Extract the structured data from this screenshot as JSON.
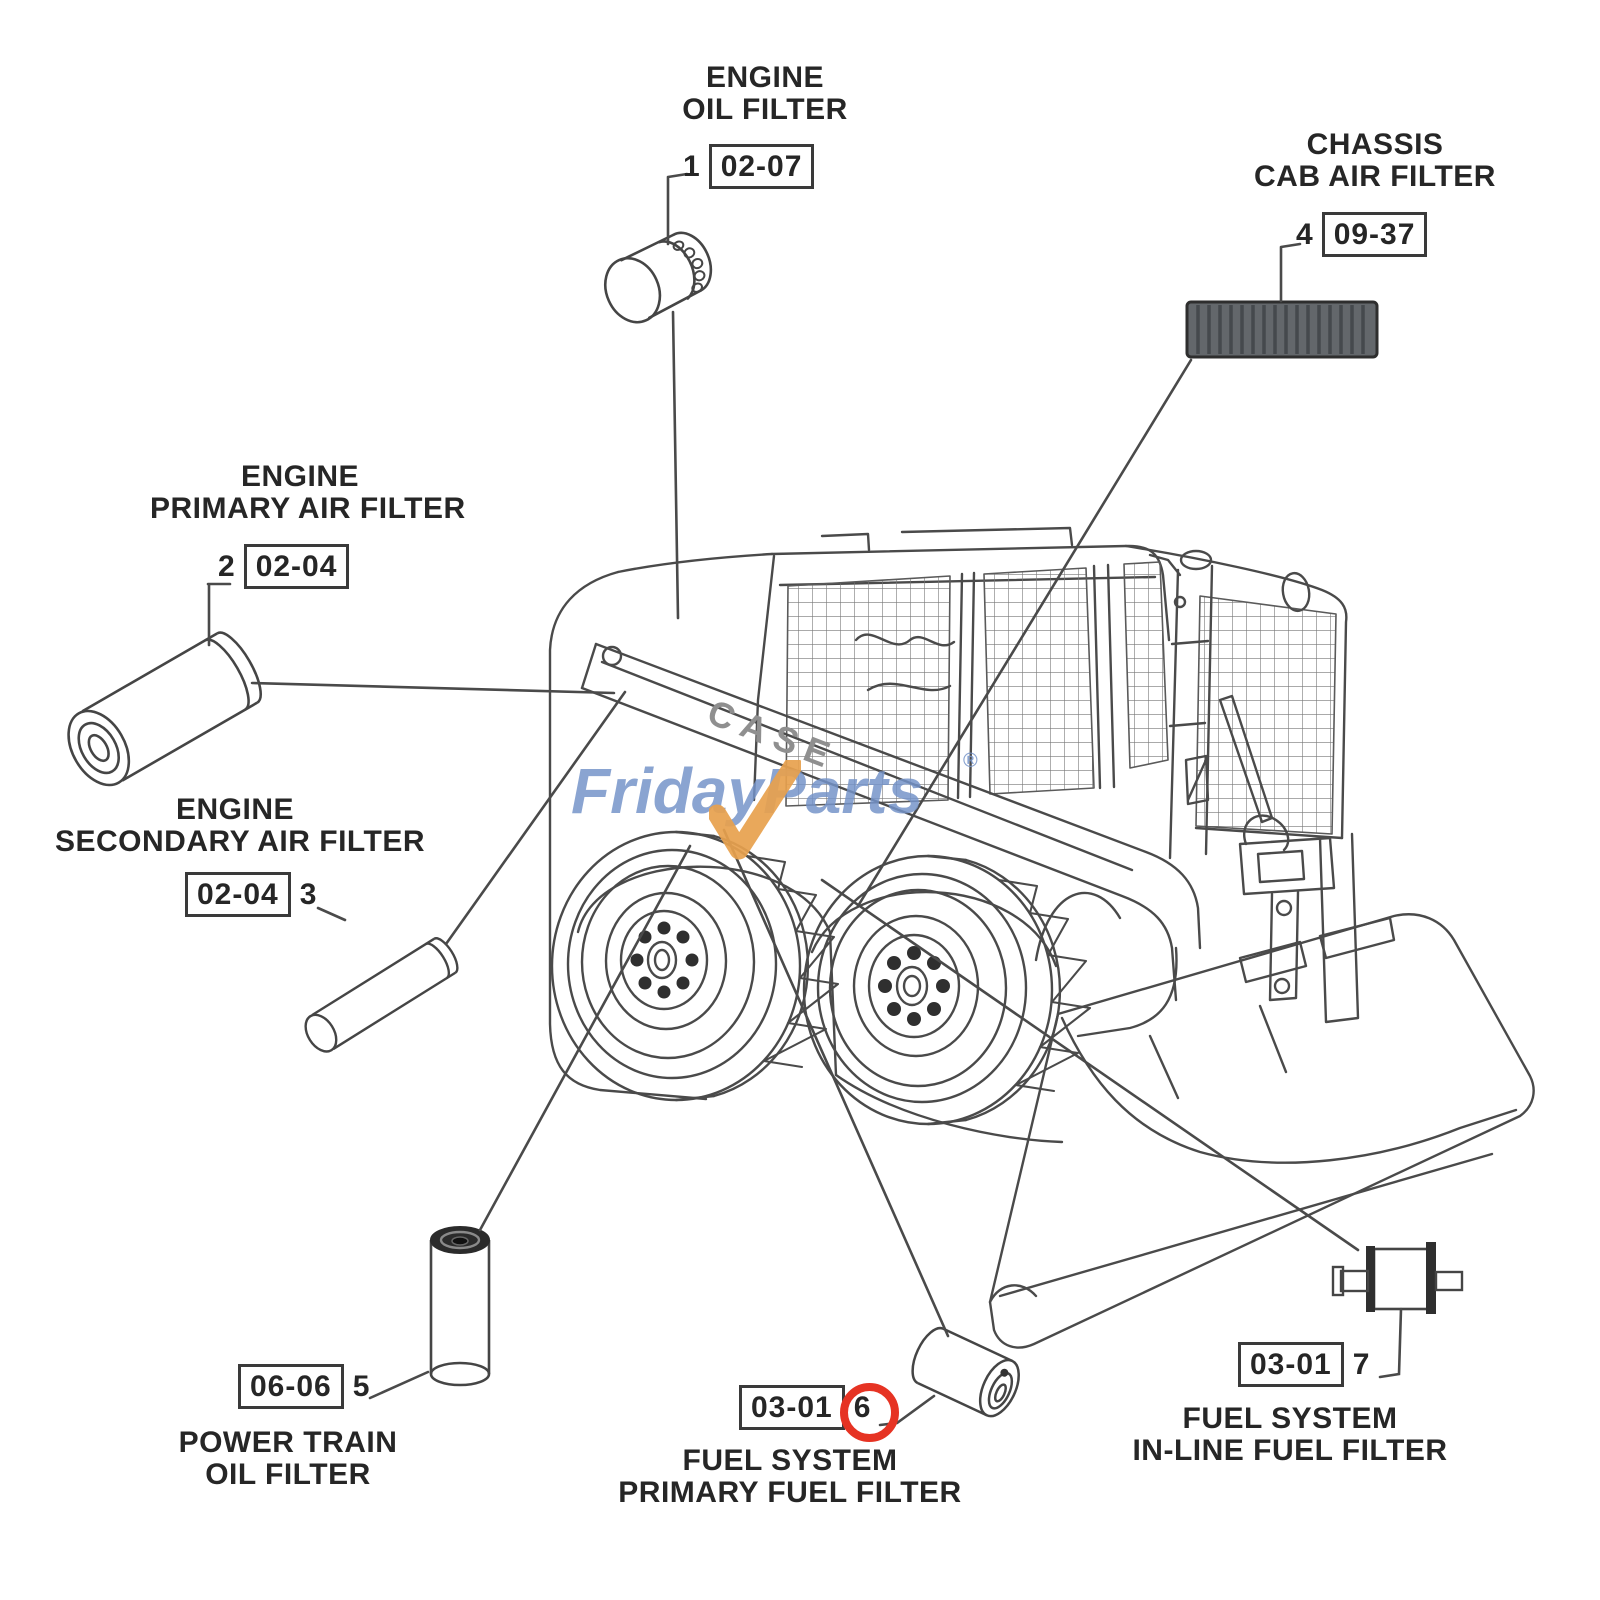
{
  "diagram": {
    "machine_brand": "CASE",
    "watermark": {
      "text": "FridayParts",
      "registered": "®",
      "blue": "#7493c9",
      "orange": "#e8a14e"
    },
    "highlight_color": "#e63323",
    "cab_filter_fill": "#63676b",
    "callouts": [
      {
        "id": "engine-oil-filter",
        "title1": "ENGINE",
        "title2": "OIL FILTER",
        "number": "1",
        "ref": "02-07",
        "number_position": "left",
        "highlighted": false
      },
      {
        "id": "engine-primary-air-filter",
        "title1": "ENGINE",
        "title2": "PRIMARY AIR FILTER",
        "number": "2",
        "ref": "02-04",
        "number_position": "left",
        "highlighted": false
      },
      {
        "id": "engine-secondary-air-filter",
        "title1": "ENGINE",
        "title2": "SECONDARY AIR FILTER",
        "number": "3",
        "ref": "02-04",
        "number_position": "right",
        "highlighted": false
      },
      {
        "id": "chassis-cab-air-filter",
        "title1": "CHASSIS",
        "title2": "CAB AIR FILTER",
        "number": "4",
        "ref": "09-37",
        "number_position": "left",
        "highlighted": false
      },
      {
        "id": "power-train-oil-filter",
        "title1": "POWER TRAIN",
        "title2": "OIL FILTER",
        "number": "5",
        "ref": "06-06",
        "number_position": "right",
        "highlighted": false
      },
      {
        "id": "fuel-system-primary-filter",
        "title1": "FUEL SYSTEM",
        "title2": "PRIMARY FUEL FILTER",
        "number": "6",
        "ref": "03-01",
        "number_position": "right",
        "highlighted": true
      },
      {
        "id": "fuel-system-in-line-filter",
        "title1": "FUEL SYSTEM",
        "title2": "IN-LINE FUEL FILTER",
        "number": "7",
        "ref": "03-01",
        "number_position": "right",
        "highlighted": false
      }
    ]
  }
}
